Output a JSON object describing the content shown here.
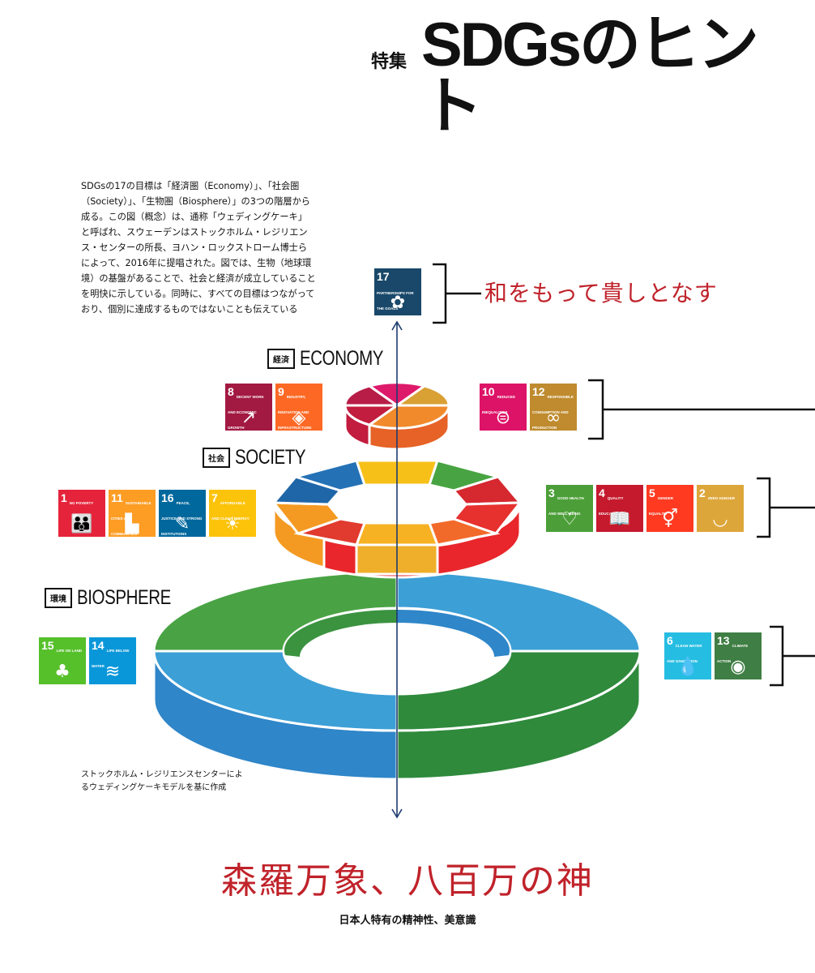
{
  "header": {
    "tag": "特集",
    "title": "SDGsのヒント"
  },
  "intro_text": "SDGsの17の目標は「経済圏（Economy）」、「社会圏（Society）」、「生物圏（Biosphere）」の3つの階層から成る。この図（概念）は、通称「ウェディングケーキ」と呼ばれ、スウェーデンはストックホルム・レジリエンス・センターの所長、ヨハン・ロックストローム博士らによって、2016年に提唱された。図では、生物（地球環境）の基盤があることで、社会と経済が成立していることを明快に示している。同時に、すべての目標はつながっており、個別に達成するものではないことも伝えている",
  "layers": {
    "economy": {
      "tag": "経済",
      "name": "ECONOMY"
    },
    "society": {
      "tag": "社会",
      "name": "SOCIETY"
    },
    "biosphere": {
      "tag": "環境",
      "name": "BIOSPHERE"
    }
  },
  "partnership_motto": "和をもって貴しとなす",
  "note": "ストックホルム・レジリエンスセンターによるウェディングケーキモデルを基に作成",
  "bottom": {
    "title": "森羅万象、八百万の神",
    "subtitle": "日本人特有の精神性、美意識"
  },
  "tiles": {
    "g17": {
      "num": "17",
      "label": "PARTNERSHIPS FOR THE GOALS",
      "icon": "flower-icon",
      "color": "#19486a"
    },
    "g8": {
      "num": "8",
      "label": "DECENT WORK AND ECONOMIC GROWTH",
      "icon": "growth-chart-icon",
      "color": "#a21942"
    },
    "g9": {
      "num": "9",
      "label": "INDUSTRY, INNOVATION AND INFRASTRUCTURE",
      "icon": "cubes-icon",
      "color": "#fd6925"
    },
    "g10": {
      "num": "10",
      "label": "REDUCED INEQUALITIES",
      "icon": "equals-icon",
      "color": "#dd1367"
    },
    "g12": {
      "num": "12",
      "label": "RESPONSIBLE CONSUMPTION AND PRODUCTION",
      "icon": "infinity-icon",
      "color": "#bf8b2e"
    },
    "g1": {
      "num": "1",
      "label": "NO POVERTY",
      "icon": "family-icon",
      "color": "#e5243b"
    },
    "g11": {
      "num": "11",
      "label": "SUSTAINABLE CITIES AND COMMUNITIES",
      "icon": "city-icon",
      "color": "#fd9d24"
    },
    "g16": {
      "num": "16",
      "label": "PEACE, JUSTICE AND STRONG INSTITUTIONS",
      "icon": "dove-icon",
      "color": "#00689d"
    },
    "g7": {
      "num": "7",
      "label": "AFFORDABLE AND CLEAN ENERGY",
      "icon": "sun-icon",
      "color": "#fcc30b"
    },
    "g3": {
      "num": "3",
      "label": "GOOD HEALTH AND WELL-BEING",
      "icon": "heartbeat-icon",
      "color": "#4c9f38"
    },
    "g4": {
      "num": "4",
      "label": "QUALITY EDUCATION",
      "icon": "book-icon",
      "color": "#c5192d"
    },
    "g5": {
      "num": "5",
      "label": "GENDER EQUALITY",
      "icon": "gender-icon",
      "color": "#ff3a21"
    },
    "g2": {
      "num": "2",
      "label": "ZERO HUNGER",
      "icon": "bowl-icon",
      "color": "#dda63a"
    },
    "g15": {
      "num": "15",
      "label": "LIFE ON LAND",
      "icon": "tree-icon",
      "color": "#56c02b"
    },
    "g14": {
      "num": "14",
      "label": "LIFE BELOW WATER",
      "icon": "fish-icon",
      "color": "#0a97d9"
    },
    "g6": {
      "num": "6",
      "label": "CLEAN WATER AND SANITATION",
      "icon": "water-drop-icon",
      "color": "#26bde2"
    },
    "g13": {
      "num": "13",
      "label": "CLIMATE ACTION",
      "icon": "eye-globe-icon",
      "color": "#3f7e44"
    }
  }
}
